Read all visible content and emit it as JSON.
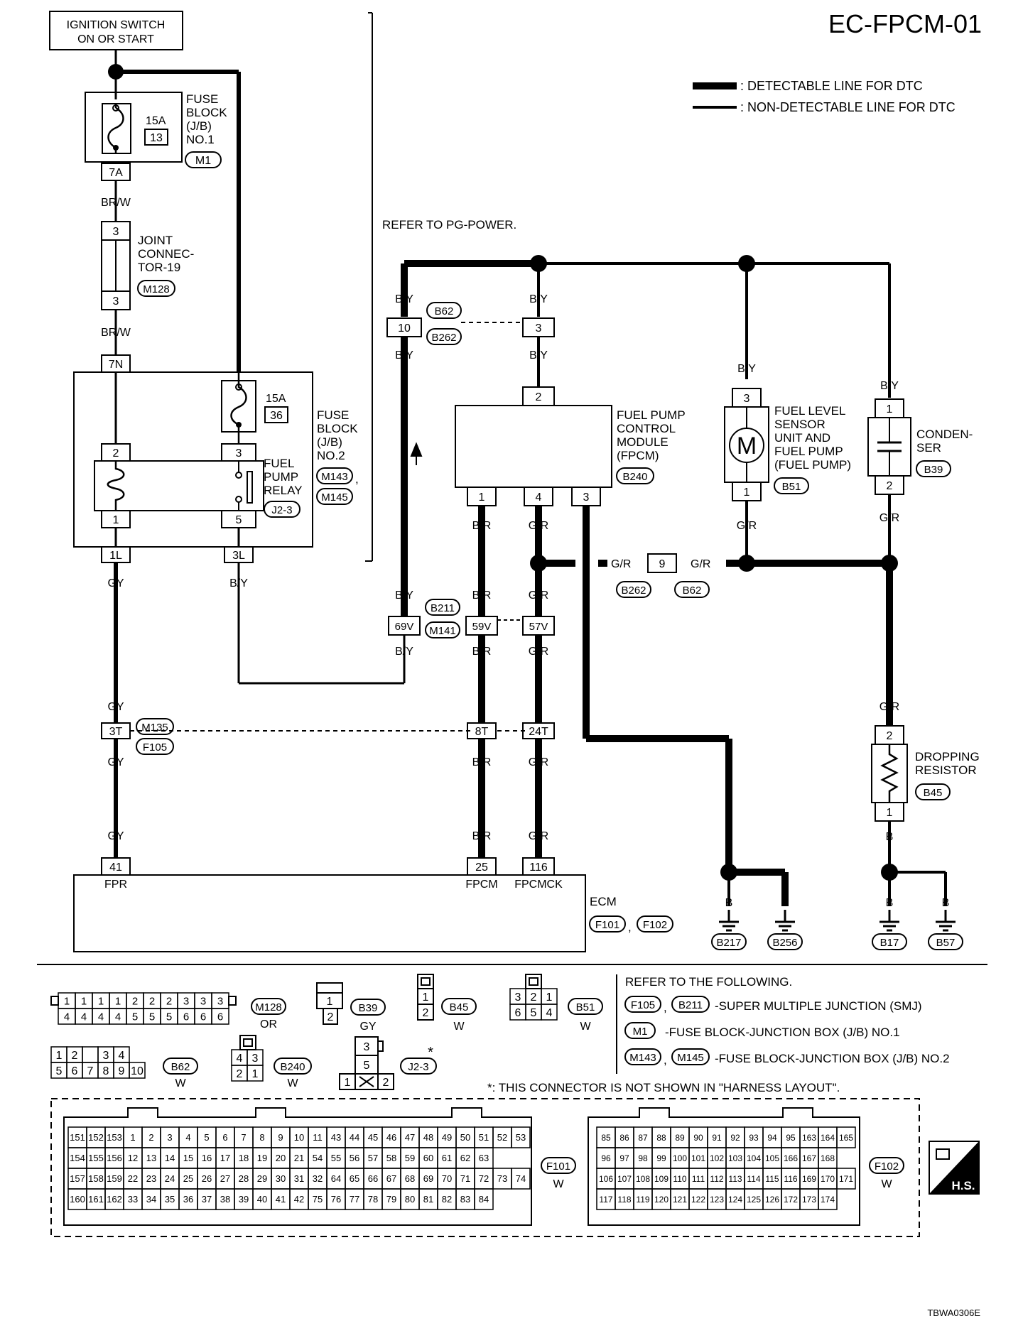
{
  "diagram_id": "EC-FPCM-01",
  "legend": {
    "detectable": ": DETECTABLE LINE FOR DTC",
    "non_detectable": ": NON-DETECTABLE LINE FOR DTC"
  },
  "ignition_switch": [
    "IGNITION SWITCH",
    "ON OR START"
  ],
  "refer_pg": "REFER TO PG-POWER.",
  "components": {
    "fuse_block_1": {
      "lines": [
        "FUSE",
        "BLOCK",
        "(J/B)",
        "NO.1"
      ],
      "connector": "M1",
      "fuse_rating": "15A",
      "fuse_no": "13"
    },
    "joint_connector": {
      "lines": [
        "JOINT",
        "CONNEC-",
        "TOR-19"
      ],
      "connector": "M128"
    },
    "fuse_block_2": {
      "lines": [
        "FUSE",
        "BLOCK",
        "(J/B)",
        "NO.2"
      ],
      "connectors": [
        "M143",
        "M145"
      ],
      "fuse_rating": "15A",
      "fuse_no": "36"
    },
    "fuel_pump_relay": {
      "lines": [
        "FUEL",
        "PUMP",
        "RELAY"
      ],
      "connector": "J2-3"
    },
    "fpcm": {
      "lines": [
        "FUEL PUMP",
        "CONTROL",
        "MODULE",
        "(FPCM)"
      ],
      "connector": "B240"
    },
    "fuel_level_sensor": {
      "lines": [
        "FUEL LEVEL",
        "SENSOR",
        "UNIT AND",
        "FUEL PUMP",
        "(FUEL PUMP)"
      ],
      "connector": "B51",
      "motor_symbol": "M"
    },
    "condenser": {
      "lines": [
        "CONDEN-",
        "SER"
      ],
      "connector": "B39"
    },
    "dropping_resistor": {
      "lines": [
        "DROPPING",
        "RESISTOR"
      ],
      "connector": "B45"
    },
    "ecm": {
      "label": "ECM",
      "connectors": [
        "F101",
        "F102"
      ],
      "pins": [
        "FPR",
        "FPCM",
        "FPCMCK"
      ]
    }
  },
  "pins": {
    "p7A": "7A",
    "p3": "3",
    "p7N": "7N",
    "p2": "2",
    "p1": "1",
    "p5": "5",
    "p1L": "1L",
    "p3L": "3L",
    "p10": "10",
    "p4": "4",
    "p9": "9",
    "p69V": "69V",
    "p59V": "59V",
    "p57V": "57V",
    "p3T": "3T",
    "p8T": "8T",
    "p24T": "24T",
    "p41": "41",
    "p25": "25",
    "p116": "116"
  },
  "wires": {
    "BRW": "BR/W",
    "BY": "B/Y",
    "GY": "GY",
    "BR": "B/R",
    "GR": "G/R",
    "B": "B"
  },
  "connector_ids": {
    "B62": "B62",
    "B262": "B262",
    "B211": "B211",
    "M141": "M141",
    "M135": "M135",
    "F105": "F105",
    "B217": "B217",
    "B256": "B256",
    "B17": "B17",
    "B57": "B57"
  },
  "sep_comma": ",",
  "face_view": {
    "m128_top": [
      "1",
      "1",
      "1",
      "1",
      "2",
      "2",
      "2",
      "3",
      "3",
      "3"
    ],
    "m128_bottom": [
      "4",
      "4",
      "4",
      "4",
      "5",
      "5",
      "5",
      "6",
      "6",
      "6"
    ],
    "m128_color": "OR",
    "b39_color": "GY",
    "b45_color": "W",
    "b51_color": "W",
    "b62_top": [
      "1",
      "2",
      "",
      "3",
      "4"
    ],
    "b62_bottom": [
      "5",
      "6",
      "7",
      "8",
      "9",
      "10"
    ],
    "b62_color": "W",
    "b240_top": [
      "4",
      "3"
    ],
    "b240_bottom": [
      "2",
      "1"
    ],
    "b240_color": "W",
    "b51_top": [
      "3",
      "2",
      "1"
    ],
    "b51_bottom": [
      "6",
      "5",
      "4"
    ],
    "j2_3_pins": [
      "3",
      "5",
      "1",
      "2"
    ],
    "j2_3_asterisk": "*",
    "refer_following": "REFER TO THE FOLLOWING.",
    "refer_smj": "-SUPER MULTIPLE JUNCTION (SMJ)",
    "refer_jb1": "-FUSE BLOCK-JUNCTION BOX (J/B) NO.1",
    "refer_jb2": "-FUSE BLOCK-JUNCTION BOX (J/B) NO.2",
    "note": "*: THIS CONNECTOR IS NOT SHOWN IN \"HARNESS LAYOUT\".",
    "f101_color": "W",
    "f102_color": "W",
    "f101_rows": [
      [
        "151",
        "152",
        "153",
        "1",
        "2",
        "3",
        "4",
        "5",
        "6",
        "7",
        "8",
        "9",
        "10",
        "11",
        "43",
        "44",
        "45",
        "46",
        "47",
        "48",
        "49",
        "50",
        "51",
        "52",
        "53"
      ],
      [
        "154",
        "155",
        "156",
        "12",
        "13",
        "14",
        "15",
        "16",
        "17",
        "18",
        "19",
        "20",
        "21",
        "54",
        "55",
        "56",
        "57",
        "58",
        "59",
        "60",
        "61",
        "62",
        "63"
      ],
      [
        "157",
        "158",
        "159",
        "22",
        "23",
        "24",
        "25",
        "26",
        "27",
        "28",
        "29",
        "30",
        "31",
        "32",
        "64",
        "65",
        "66",
        "67",
        "68",
        "69",
        "70",
        "71",
        "72",
        "73",
        "74"
      ],
      [
        "160",
        "161",
        "162",
        "33",
        "34",
        "35",
        "36",
        "37",
        "38",
        "39",
        "40",
        "41",
        "42",
        "75",
        "76",
        "77",
        "78",
        "79",
        "80",
        "81",
        "82",
        "83",
        "84"
      ]
    ],
    "f102_rows": [
      [
        "85",
        "86",
        "87",
        "88",
        "89",
        "90",
        "91",
        "92",
        "93",
        "94",
        "95",
        "163",
        "164",
        "165"
      ],
      [
        "96",
        "97",
        "98",
        "99",
        "100",
        "101",
        "102",
        "103",
        "104",
        "105",
        "166",
        "167",
        "168"
      ],
      [
        "106",
        "107",
        "108",
        "109",
        "110",
        "111",
        "112",
        "113",
        "114",
        "115",
        "116",
        "169",
        "170",
        "171"
      ],
      [
        "117",
        "118",
        "119",
        "120",
        "121",
        "122",
        "123",
        "124",
        "125",
        "126",
        "172",
        "173",
        "174"
      ]
    ],
    "hs_badge": "H.S."
  },
  "footer_code": "TBWA0306E"
}
